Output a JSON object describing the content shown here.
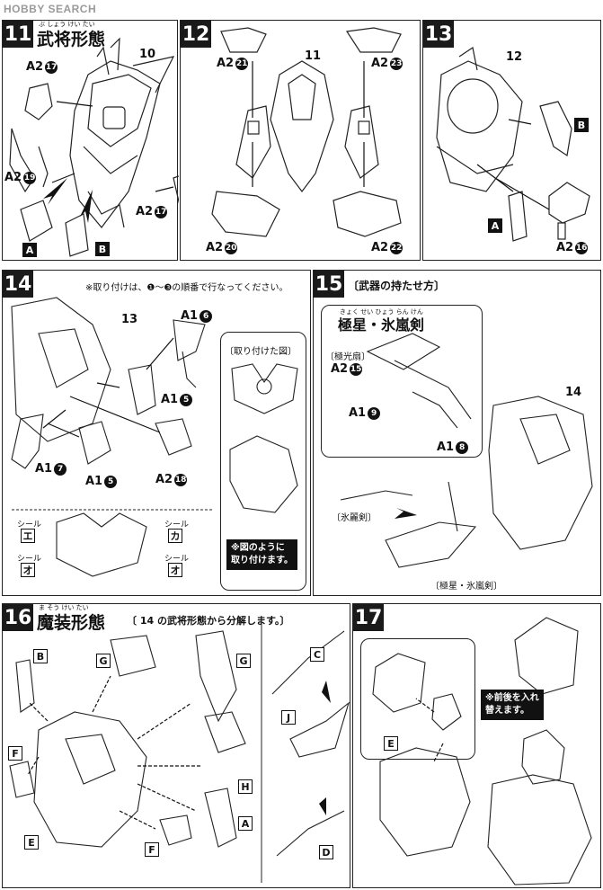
{
  "watermark": "HOBBY SEARCH",
  "steps": {
    "s11": {
      "num": "11",
      "title": "武将形態",
      "ruby": "ぶ しょう けい たい",
      "parts": [
        "10",
        "A2",
        "17",
        "A2",
        "19",
        "A2",
        "17",
        "A",
        "B"
      ]
    },
    "s12": {
      "num": "12",
      "parts": [
        "11",
        "A2",
        "21",
        "A2",
        "23",
        "A2",
        "20",
        "A2",
        "22"
      ]
    },
    "s13": {
      "num": "13",
      "parts": [
        "12",
        "B",
        "A",
        "A2",
        "16"
      ]
    },
    "s14": {
      "num": "14",
      "note": "※取り付けは、❶～❸の順番で行なってください。",
      "parts": [
        "13",
        "A1",
        "6",
        "A1",
        "5",
        "A1",
        "7",
        "A1",
        "5",
        "A2",
        "18"
      ],
      "inset_title": "〔取り付けた図〕",
      "inset_note": "※図のように\n取り付けます。",
      "seals": [
        "シール",
        "エ",
        "シール",
        "カ",
        "シール",
        "オ",
        "シール",
        "オ"
      ]
    },
    "s15": {
      "num": "15",
      "title": "〔武器の持たせ方〕",
      "weapon": "極星・氷嵐剣",
      "weapon_ruby": "きょく せい  ひょう らん けん",
      "sub": "〔極光扇〕",
      "parts": [
        "A2",
        "15",
        "A1",
        "9",
        "A1",
        "8",
        "14"
      ],
      "label_left": "〔氷麗剣〕",
      "label_bottom": "〔極星・氷嵐剣〕"
    },
    "s16": {
      "num": "16",
      "title": "魔装形態",
      "ruby": "ま そう けい たい",
      "subtitle": "〔 14 の武将形態から分解します。〕",
      "parts": [
        "B",
        "G",
        "G",
        "F",
        "H",
        "E",
        "F",
        "A",
        "C",
        "J",
        "D"
      ]
    },
    "s17": {
      "num": "17",
      "callout": "※前後を入れ\n替えます。",
      "parts": [
        "E"
      ]
    }
  }
}
